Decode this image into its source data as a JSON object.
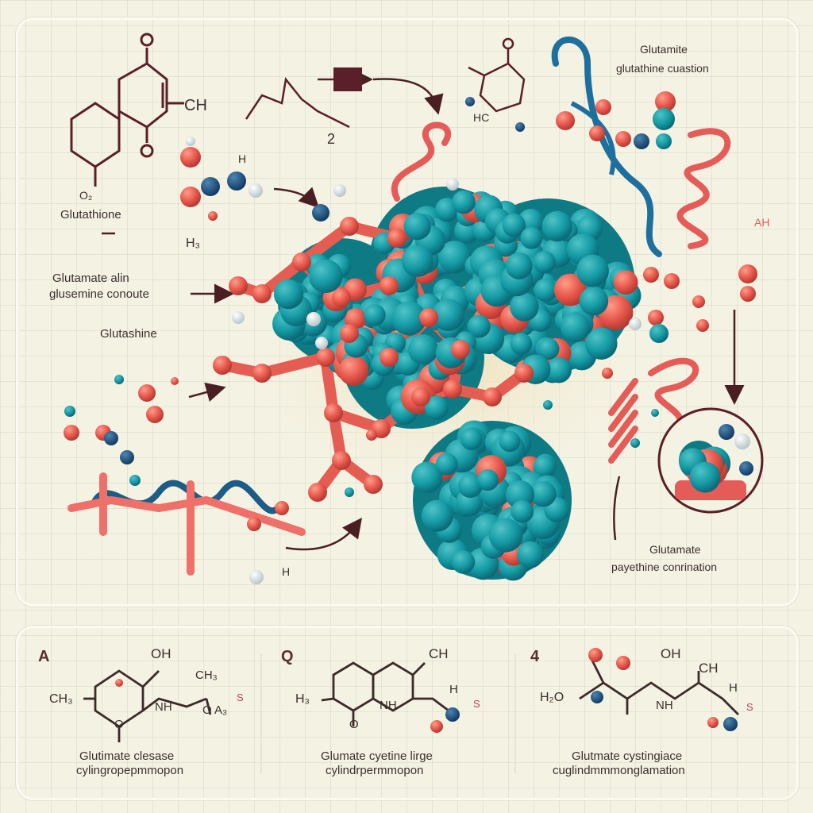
{
  "main": {
    "label_glutathione_top": "Glutathione",
    "label_o_small": "O₂",
    "label_h_left": "H₃",
    "label_ch_top": "CH",
    "label_glutamate_alin": "Glutamate alin",
    "label_glusemine": "glusemine conoute",
    "label_glutashine": "Glutashine",
    "label_glutamite_top": "Glutamite",
    "label_gluthine_cuastion": "glutathine cuastion",
    "label_glutamate_right": "Glutamate",
    "label_payethine": "payethine conrination",
    "label_h_mid": "H",
    "label_hc": "HC",
    "label_h_small": "H",
    "label_two": "2",
    "label_ah": "AH"
  },
  "bottom": {
    "panels": [
      {
        "letter": "A",
        "oh": "OH",
        "ch": "CH₃",
        "left": "CH₃",
        "nh": "NH",
        "o_bottom": "O",
        "o_right": "O A₃",
        "s": "S",
        "caption1": "Glutimate clesase",
        "caption2": "cylingropepmmopon"
      },
      {
        "letter": "Q",
        "ch": "CH",
        "left": "H₃",
        "nh": "NH",
        "o_bottom": "O",
        "h": "H",
        "s": "S",
        "caption1": "Glumate cyetine lirge",
        "caption2": "cylindrpermmopon"
      },
      {
        "letter": "4",
        "oh": "OH",
        "ch": "CH",
        "left": "H₂O",
        "nh": "NH",
        "h": "H",
        "s": "S",
        "caption1": "Glutmate cystingiace",
        "caption2": "cuglindmmmonglamation"
      }
    ]
  }
}
